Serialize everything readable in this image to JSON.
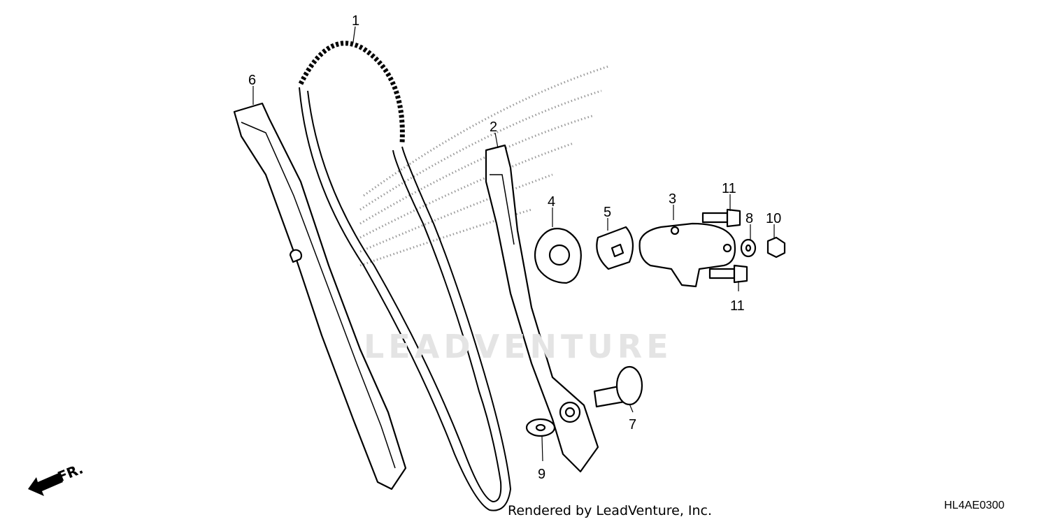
{
  "diagram": {
    "callouts": [
      {
        "id": "1",
        "part": "cam-chain"
      },
      {
        "id": "2",
        "part": "tensioner-arm"
      },
      {
        "id": "3",
        "part": "tensioner-lifter"
      },
      {
        "id": "4",
        "part": "gasket"
      },
      {
        "id": "5",
        "part": "seal"
      },
      {
        "id": "6",
        "part": "chain-guide"
      },
      {
        "id": "7",
        "part": "pivot-bolt"
      },
      {
        "id": "8",
        "part": "washer"
      },
      {
        "id": "9",
        "part": "washer"
      },
      {
        "id": "10",
        "part": "sealing-bolt"
      },
      {
        "id": "11",
        "part": "bolt-upper"
      },
      {
        "id": "11",
        "part": "bolt-lower"
      }
    ],
    "direction_label": "FR.",
    "watermark": "LEADVENTURE",
    "footer_text": "Rendered by LeadVenture, Inc.",
    "diagram_code": "HL4AE0300"
  }
}
